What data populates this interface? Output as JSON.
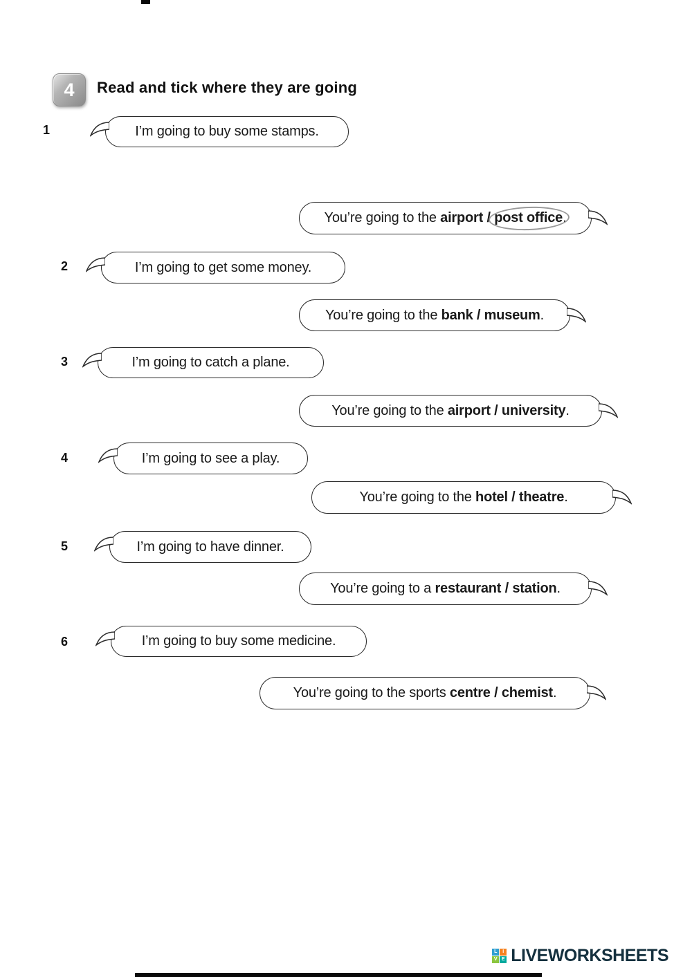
{
  "header": {
    "exercise_number": "4",
    "title": "Read and tick where they are going"
  },
  "items": [
    {
      "number": "1",
      "prompt": "I’m going to buy some stamps.",
      "reply_prefix": "You’re going to the ",
      "option_a": "airport",
      "option_sep": " / ",
      "option_b": "post office",
      "reply_suffix": ".",
      "circled_option": "post office"
    },
    {
      "number": "2",
      "prompt": "I’m going to get some money.",
      "reply_prefix": "You’re going to the ",
      "option_a": "bank",
      "option_sep": " / ",
      "option_b": "museum",
      "reply_suffix": "."
    },
    {
      "number": "3",
      "prompt": "I’m going to catch a plane.",
      "reply_prefix": "You’re going to the ",
      "option_a": "airport",
      "option_sep": " / ",
      "option_b": "university",
      "reply_suffix": "."
    },
    {
      "number": "4",
      "prompt": "I’m going to see a play.",
      "reply_prefix": "You’re going to the ",
      "option_a": "hotel",
      "option_sep": " / ",
      "option_b": "theatre",
      "reply_suffix": "."
    },
    {
      "number": "5",
      "prompt": "I’m going to have dinner.",
      "reply_prefix": "You’re going to a ",
      "option_a": "restaurant",
      "option_sep": " / ",
      "option_b": "station",
      "reply_suffix": "."
    },
    {
      "number": "6",
      "prompt": "I’m going to buy some medicine.",
      "reply_prefix": "You’re going to the sports ",
      "option_a": "centre",
      "option_sep": " / ",
      "option_b": "chemist",
      "reply_suffix": "."
    }
  ],
  "footer": {
    "brand": "LIVEWORKSHEETS",
    "logo_letters": [
      "L",
      "I",
      "V",
      "E"
    ],
    "logo_colors": [
      "#2f9fd0",
      "#f58220",
      "#8cc63f",
      "#00a99d"
    ]
  }
}
